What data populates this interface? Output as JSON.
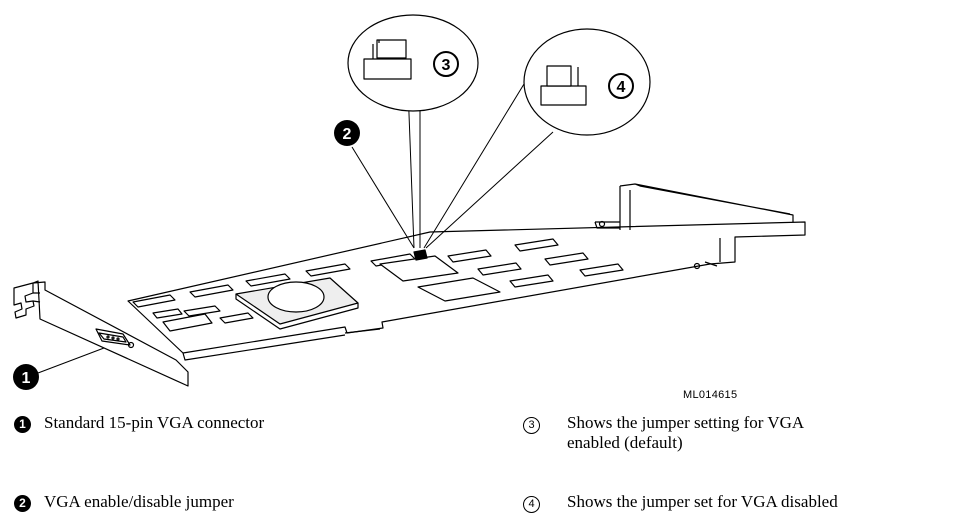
{
  "figure": {
    "code": "ML014615",
    "callout_numbers": {
      "c1": "1",
      "c2": "2",
      "c3": "3",
      "c4": "4"
    }
  },
  "legend": [
    {
      "num": "1",
      "text": "Standard 15-pin VGA connector"
    },
    {
      "num": "2",
      "text": "VGA enable/disable jumper"
    },
    {
      "num": "3",
      "text": "Shows the jumper setting for VGA enabled (default)"
    },
    {
      "num": "4",
      "text": "Shows the jumper set for VGA disabled"
    }
  ]
}
